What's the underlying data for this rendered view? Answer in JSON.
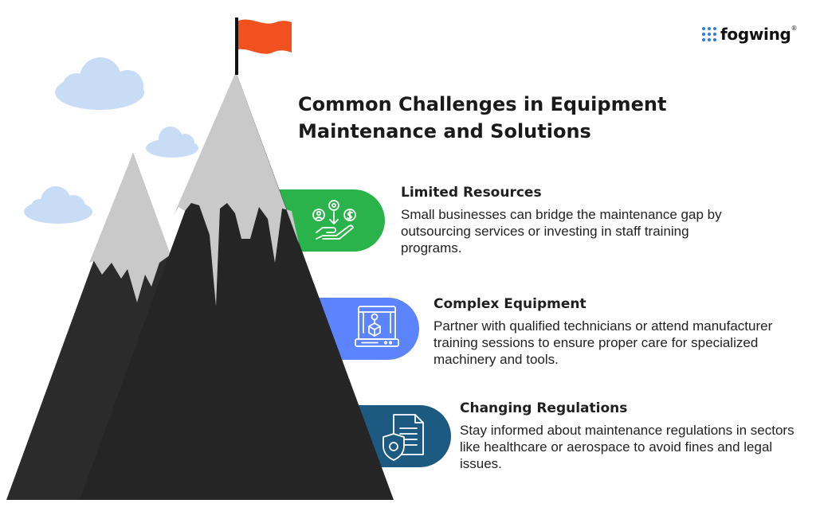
{
  "brand": {
    "name": "fogwing",
    "mark": "®"
  },
  "title": "Common Challenges in Equipment Maintenance and Solutions",
  "colors": {
    "flag": "#f1501f",
    "cloud": "#c8dcf5",
    "snow": "#c9c9c9",
    "mountain_dark": "#2b2b2b",
    "mountain_front": "#252525",
    "tab_green": "#29b34a",
    "tab_blue": "#5c84ff",
    "tab_teal": "#1d5a82"
  },
  "items": [
    {
      "heading": "Limited Resources",
      "text": "Small businesses can bridge the maintenance gap by outsourcing services or investing in staff training programs.",
      "icon": "resources-icon"
    },
    {
      "heading": "Complex Equipment",
      "text": "Partner with qualified technicians or attend manufacturer training sessions to ensure proper care for specialized machinery and tools.",
      "icon": "machine-icon"
    },
    {
      "heading": "Changing Regulations",
      "text": "Stay informed about maintenance regulations in sectors like healthcare or aerospace to avoid fines and legal issues.",
      "icon": "document-shield-icon"
    }
  ]
}
